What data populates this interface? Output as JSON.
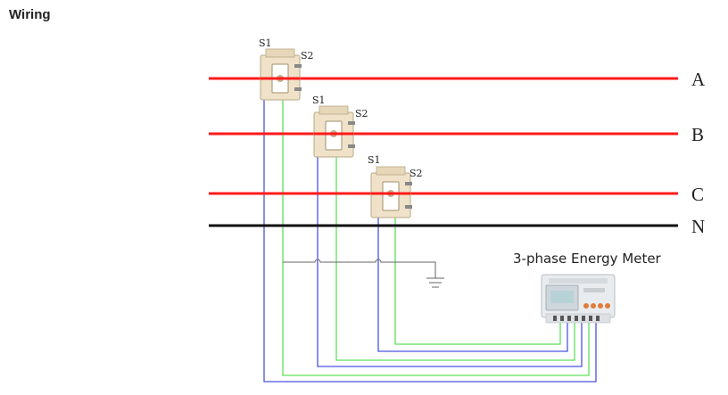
{
  "header": {
    "title": "Wiring"
  },
  "lines": {
    "A": "A",
    "B": "B",
    "C": "C",
    "N": "N"
  },
  "colors": {
    "phase": "#ff1a1a",
    "neutral": "#111111",
    "wire_blue": "#4a55e0",
    "wire_green": "#5de05a",
    "ground": "#666666",
    "ct_body": "#efe2c8"
  },
  "cts": [
    {
      "s1": "S1",
      "s2": "S2"
    },
    {
      "s1": "S1",
      "s2": "S2"
    },
    {
      "s1": "S1",
      "s2": "S2"
    }
  ],
  "meter": {
    "title": "3-phase Energy Meter"
  },
  "icons": {
    "ground": "ground-icon",
    "meter": "energy-meter-icon"
  }
}
